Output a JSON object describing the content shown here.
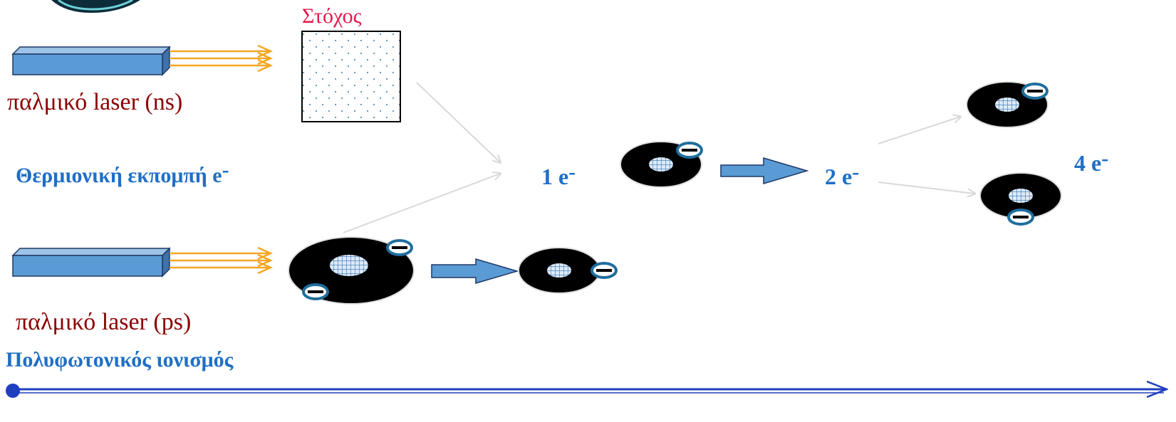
{
  "labels": {
    "laser_ns": "παλμικό laser (ns)",
    "laser_ps": "παλμικό laser (ps)",
    "target": "Στόχος",
    "thermionic": "Θερμιονική εκπομπή e",
    "multiphoton": "Πολυφωτονικός ιονισμός",
    "minus": "-",
    "e1": "1 e",
    "e2": "2 e",
    "e4": "4 e"
  },
  "colors": {
    "laser_body": "#5b9bd5",
    "laser_edge": "#1f3864",
    "beam": "#f5a623",
    "dark_red": "#8b0000",
    "target_red": "#e8174a",
    "blue_text": "#1f6fc5",
    "block_arrow": "#5b9bd5",
    "gray_arrow": "#d9d9d9",
    "disk": "#000000",
    "core": "#dde9f7",
    "electron_ring": "#1f6e9e",
    "axis": "#1f3fbf"
  },
  "icons": [
    "laser-icon",
    "target-icon",
    "atom-icon",
    "electron-icon",
    "block-arrow-icon",
    "time-axis-icon"
  ]
}
